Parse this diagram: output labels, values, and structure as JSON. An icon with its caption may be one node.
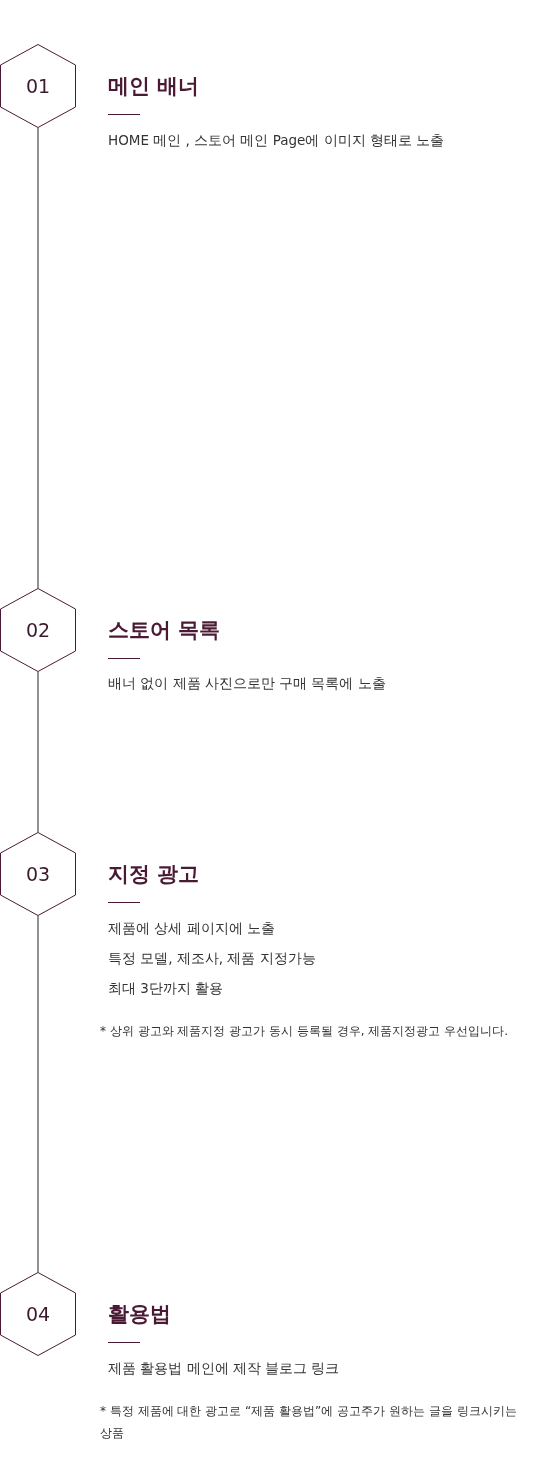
{
  "diagram": {
    "nodes": [
      {
        "text": [
          "01"
        ],
        "beside": [
          "메인 배너",
          "HOME 메인 , 스토어 메인 Page에 이미지 형태로 노출"
        ]
      },
      {
        "text": [
          "02"
        ],
        "beside": [
          "스토어 목록",
          "배너 없이 제품 사진으로만 구매 목록에 노출"
        ]
      },
      {
        "text": [
          "03"
        ],
        "beside": [
          "지정 광고",
          "제품에 상세 페이지에 노출",
          "특정 모델, 제조사, 제품 지정가능",
          "최대 3단까지 활용",
          "* 상위 광고와 제품지정 광고가 동시 등록될 경우, 제품지정광고 우선입니다."
        ]
      },
      {
        "text": [
          "04"
        ],
        "beside": [
          "활용법",
          "제품 활용법 메인에 제작 블로그 링크",
          "* 특정 제품에 대한 광고로 “제품 활용법”에 공고주가 원하는 글을 링크시키는 상품"
        ]
      }
    ],
    "edges": [
      {
        "from": 0,
        "to": 1,
        "arrow": "none"
      },
      {
        "from": 1,
        "to": 2,
        "arrow": "none"
      },
      {
        "from": 2,
        "to": 3,
        "arrow": "none"
      }
    ]
  }
}
